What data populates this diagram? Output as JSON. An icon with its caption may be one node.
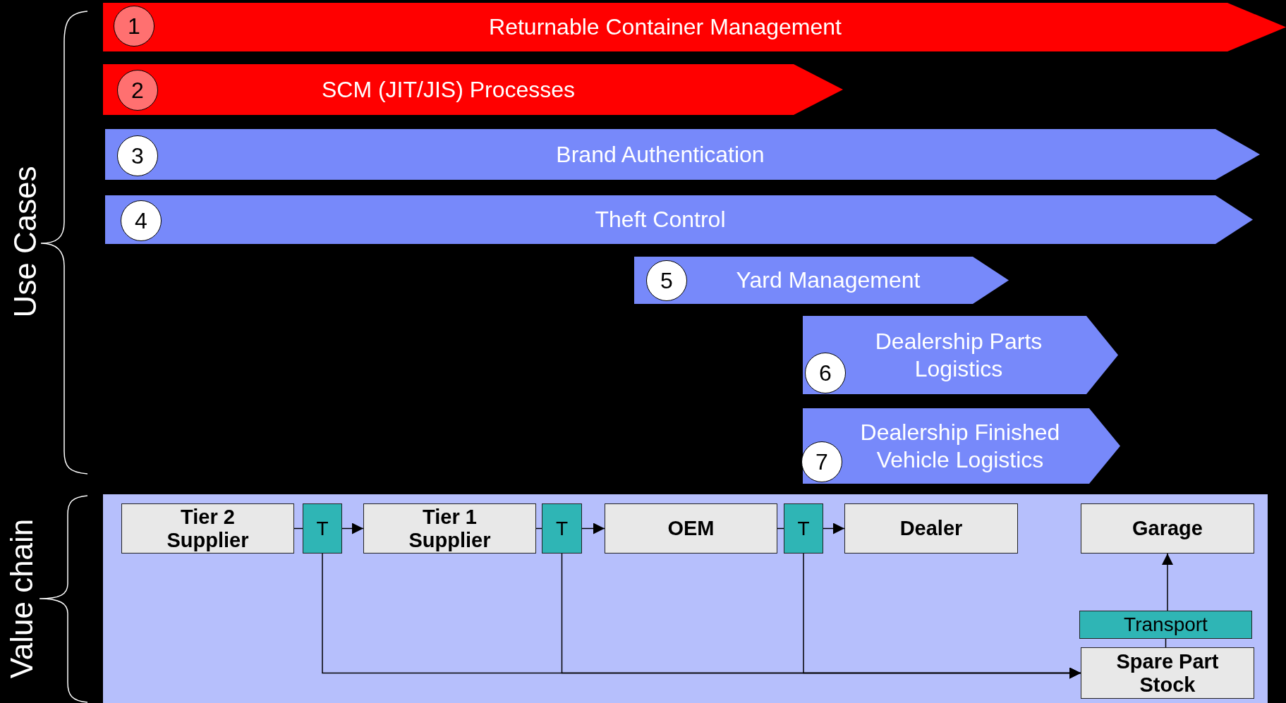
{
  "diagram": {
    "nodes": [
      {
        "text": [
          "Returnable Container Management"
        ]
      },
      {
        "text": [
          "1"
        ],
        "in": 0
      },
      {
        "text": [
          "SCM (JIT/JIS) Processes"
        ]
      },
      {
        "text": [
          "2"
        ],
        "in": 2
      },
      {
        "text": [
          "Brand Authentication"
        ]
      },
      {
        "text": [
          "3"
        ],
        "in": 4
      },
      {
        "text": [
          "Theft Control"
        ]
      },
      {
        "text": [
          "4"
        ],
        "in": 6
      },
      {
        "text": [
          "Yard Management"
        ]
      },
      {
        "text": [
          "5"
        ],
        "in": 8
      },
      {
        "text": [
          "Dealership Parts Logistics"
        ]
      },
      {
        "text": [
          "6"
        ],
        "in": 10
      },
      {
        "text": [
          "Dealership Finished Vehicle Logistics"
        ]
      },
      {
        "text": [
          "7"
        ],
        "in": 12
      },
      {
        "text": [],
        "shape": "box"
      },
      {
        "text": [
          "Tier 2 Supplier"
        ],
        "in": 14
      },
      {
        "text": [
          "T"
        ],
        "in": 14
      },
      {
        "text": [
          "Tier 1 Supplier"
        ],
        "in": 14
      },
      {
        "text": [
          "T"
        ],
        "in": 14
      },
      {
        "text": [
          "OEM"
        ],
        "in": 14
      },
      {
        "text": [
          "T"
        ],
        "in": 14
      },
      {
        "text": [
          "Dealer"
        ],
        "in": 14
      },
      {
        "text": [
          "Garage"
        ],
        "in": 14
      },
      {
        "text": [
          "Transport"
        ],
        "in": 14
      },
      {
        "text": [
          "Spare Part Stock"
        ],
        "in": 14
      }
    ],
    "edges": [
      {
        "from": 15,
        "to": 16,
        "arrow": "none"
      },
      {
        "from": 16,
        "to": 17,
        "arrow": "to"
      },
      {
        "from": 17,
        "to": 18,
        "arrow": "none"
      },
      {
        "from": 18,
        "to": 19,
        "arrow": "to"
      },
      {
        "from": 19,
        "to": 20,
        "arrow": "none"
      },
      {
        "from": 20,
        "to": 21,
        "arrow": "to"
      },
      {
        "from": 16,
        "to": 24,
        "arrow": "to"
      },
      {
        "from": 18,
        "to": 24,
        "arrow": "to"
      },
      {
        "from": 20,
        "to": 24,
        "arrow": "to"
      },
      {
        "from": 24,
        "to": 23,
        "arrow": "none"
      },
      {
        "from": 23,
        "to": 22,
        "arrow": "to"
      }
    ],
    "labels": [
      "Use Cases",
      "Value chain"
    ]
  }
}
